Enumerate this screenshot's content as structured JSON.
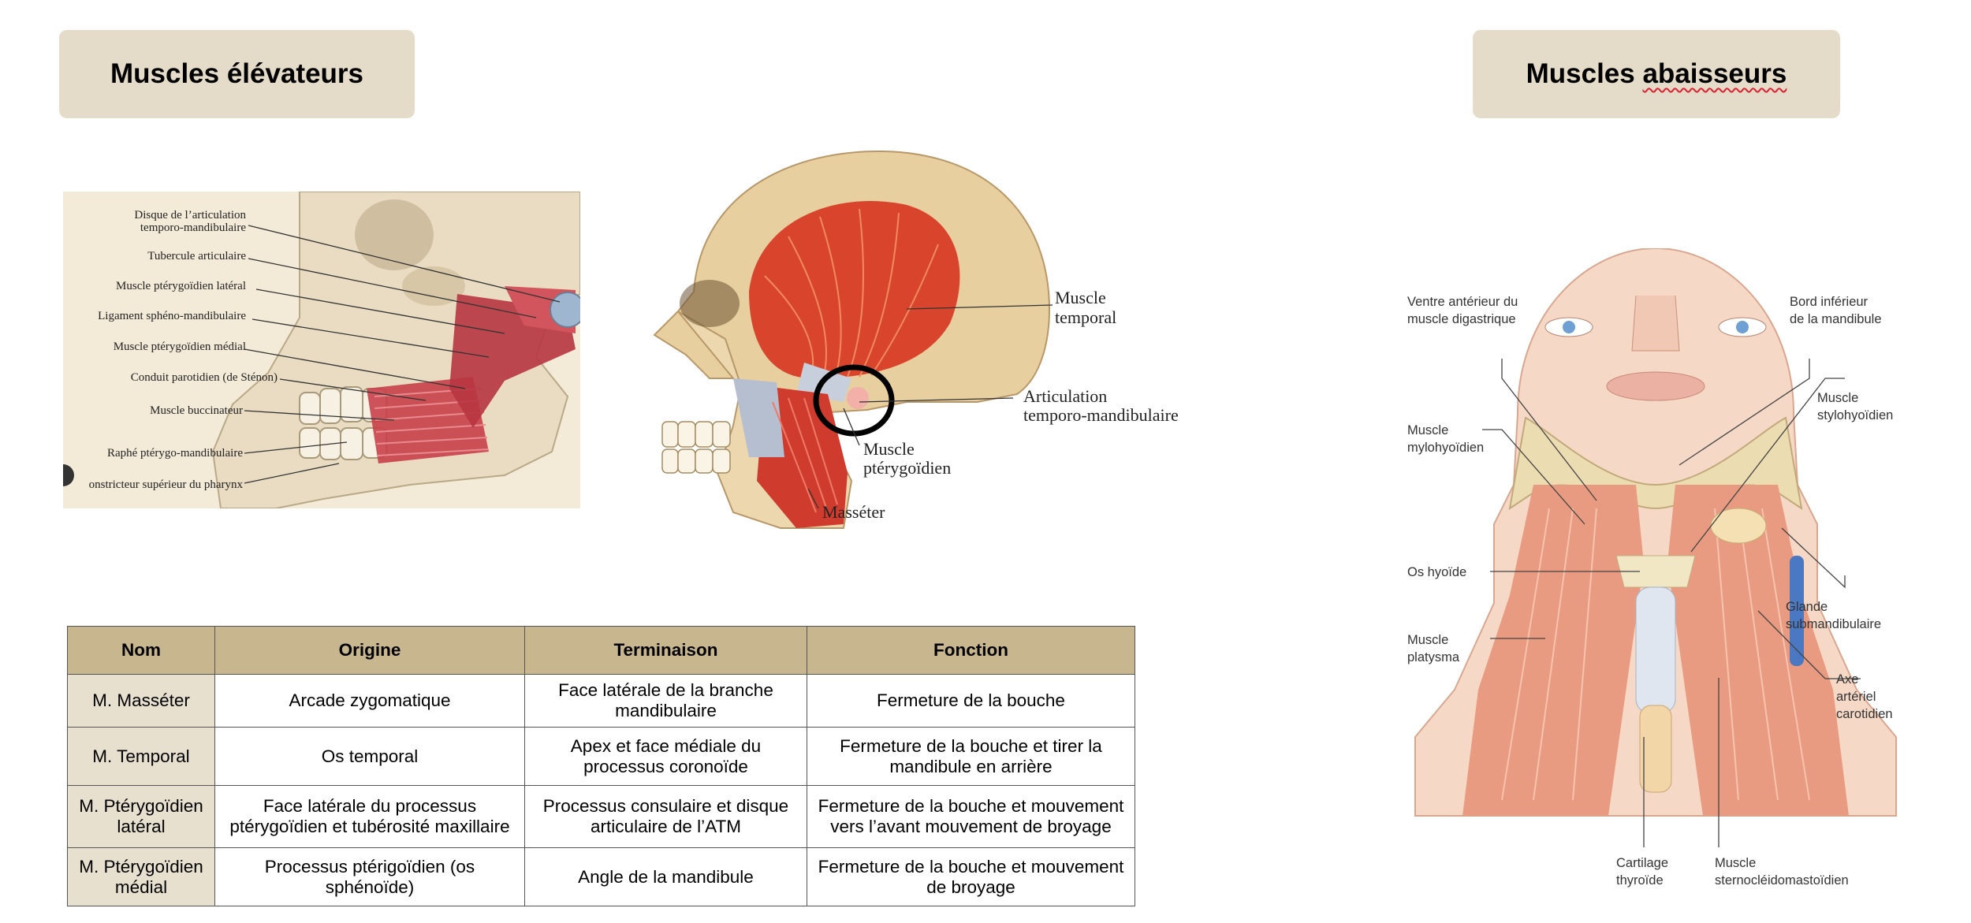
{
  "titles": {
    "left": "Muscles élévateurs",
    "right_pre": "Muscles ",
    "right_word": "abaisseurs"
  },
  "jaw_figure": {
    "labels": [
      "Disque de l’articulation",
      "temporo-mandibulaire",
      "Tubercule articulaire",
      "Muscle ptérygoïdien latéral",
      "Ligament sphéno-mandibulaire",
      "Muscle ptérygoïdien médial",
      "Conduit parotidien (de Sténon)",
      "Muscle buccinateur",
      "Raphé ptérygo-mandibulaire",
      "onstricteur supérieur du pharynx"
    ]
  },
  "skull_figure": {
    "labels": {
      "temporal_1": "Muscle",
      "temporal_2": "temporal",
      "atm_1": "Articulation",
      "atm_2": "temporo-mandibulaire",
      "ptery_1": "Muscle",
      "ptery_2": "ptérygoïdien",
      "masseter": "Masséter"
    }
  },
  "neck_figure": {
    "labels": {
      "ventre_1": "Ventre antérieur du",
      "ventre_2": "muscle digastrique",
      "bord_1": "Bord inférieur",
      "bord_2": "de la mandibule",
      "stylo_1": "Muscle",
      "stylo_2": "stylohyoïdien",
      "mylo_1": "Muscle",
      "mylo_2": "mylohyoïdien",
      "hyoide": "Os hyoïde",
      "glande_1": "Glande",
      "glande_2": "submandibulaire",
      "platysma_1": "Muscle",
      "platysma_2": "platysma",
      "axe_1": "Axe",
      "axe_2": "artériel",
      "axe_3": "carotidien",
      "cartilage_1": "Cartilage",
      "cartilage_2": "thyroïde",
      "scm_1": "Muscle",
      "scm_2": "sternocléidomastoïdien"
    }
  },
  "table": {
    "headers": [
      "Nom",
      "Origine",
      "Terminaison",
      "Fonction"
    ],
    "rows": [
      {
        "nom": "M. Masséter",
        "origine": "Arcade zygomatique",
        "terminaison": "Face latérale de la branche mandibulaire",
        "fonction": "Fermeture de la bouche"
      },
      {
        "nom": "M. Temporal",
        "origine": "Os temporal",
        "terminaison": "Apex et face médiale du processus coronoïde",
        "fonction": "Fermeture de la bouche et tirer la mandibule en arrière"
      },
      {
        "nom": "M. Ptérygoïdien latéral",
        "origine": "Face latérale du processus ptérygoïdien et tubérosité maxillaire",
        "terminaison": "Processus consulaire et disque articulaire de l’ATM",
        "fonction": "Fermeture de la bouche et mouvement vers l’avant mouvement de broyage"
      },
      {
        "nom": "M. Ptérygoïdien médial",
        "origine": "Processus ptérigoïdien (os sphénoïde)",
        "terminaison": "Angle de la mandibule",
        "fonction": "Fermeture de la bouche et mouvement de broyage"
      }
    ]
  }
}
